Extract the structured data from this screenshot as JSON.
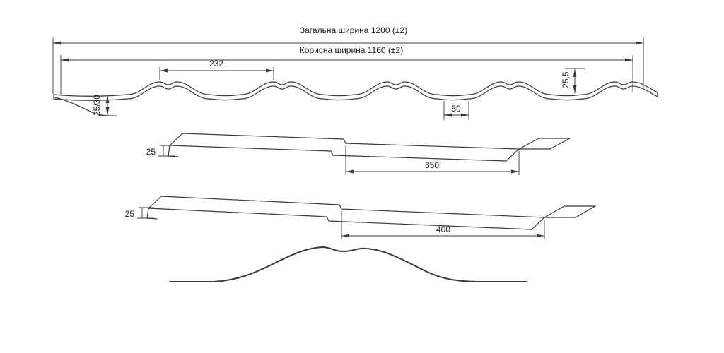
{
  "page": {
    "background": "#ffffff",
    "line_color": "#3a3a3a"
  },
  "profile_section": {
    "total_width_label": "Загальна ширина 1200 (±2)",
    "useful_width_label": "Корисна ширина 1160 (±2)",
    "wave_pitch": "232",
    "overlap_height": "25,5",
    "edge_height": "25/30",
    "valley_flat_width": "50"
  },
  "length_views": [
    {
      "step_height": "25",
      "overlap_length": "350"
    },
    {
      "step_height": "25",
      "overlap_length": "400"
    }
  ]
}
